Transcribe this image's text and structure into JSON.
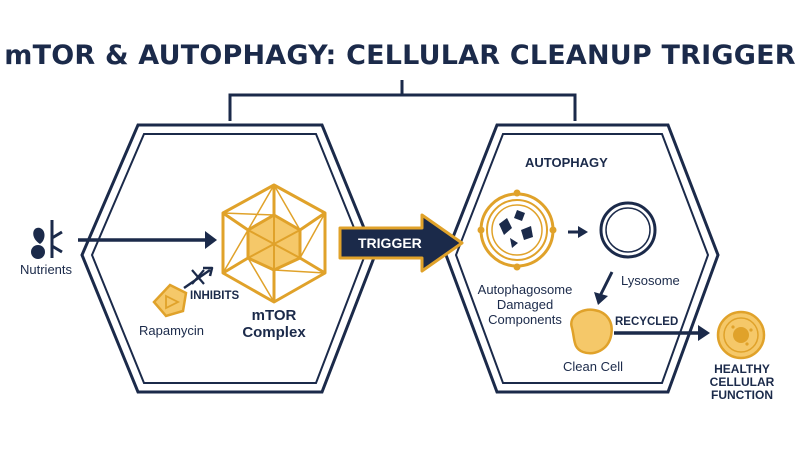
{
  "title": "mTOR & AUTOPHAGY: CELLULAR CLEANUP TRIGGER",
  "colors": {
    "navy": "#1b2a4a",
    "gold": "#e0a22a",
    "light_gold": "#f5c869",
    "white": "#ffffff"
  },
  "left_panel": {
    "input_label": "Nutrients",
    "inhibitor_label": "Rapamycin",
    "inhibits_label": "INHIBITS",
    "complex_label_line1": "mTOR",
    "complex_label_line2": "Complex"
  },
  "trigger_label": "TRIGGER",
  "right_panel": {
    "heading": "AUTOPHAGY",
    "autophagosome_line1": "Autophagosome",
    "autophagosome_line2": "Damaged",
    "autophagosome_line3": "Components",
    "lysosome_label": "Lysosome",
    "recycled_label": "RECYCLED",
    "clean_cell_label": "Clean Cell"
  },
  "outcome": {
    "line1": "HEALTHY",
    "line2": "CELLULAR",
    "line3": "FUNCTION"
  },
  "icons": [
    "leaf-icon",
    "rapamycin-icon",
    "mtor-complex-icon",
    "autophagosome-icon",
    "lysosome-icon",
    "clean-cell-icon",
    "healthy-cell-icon"
  ]
}
